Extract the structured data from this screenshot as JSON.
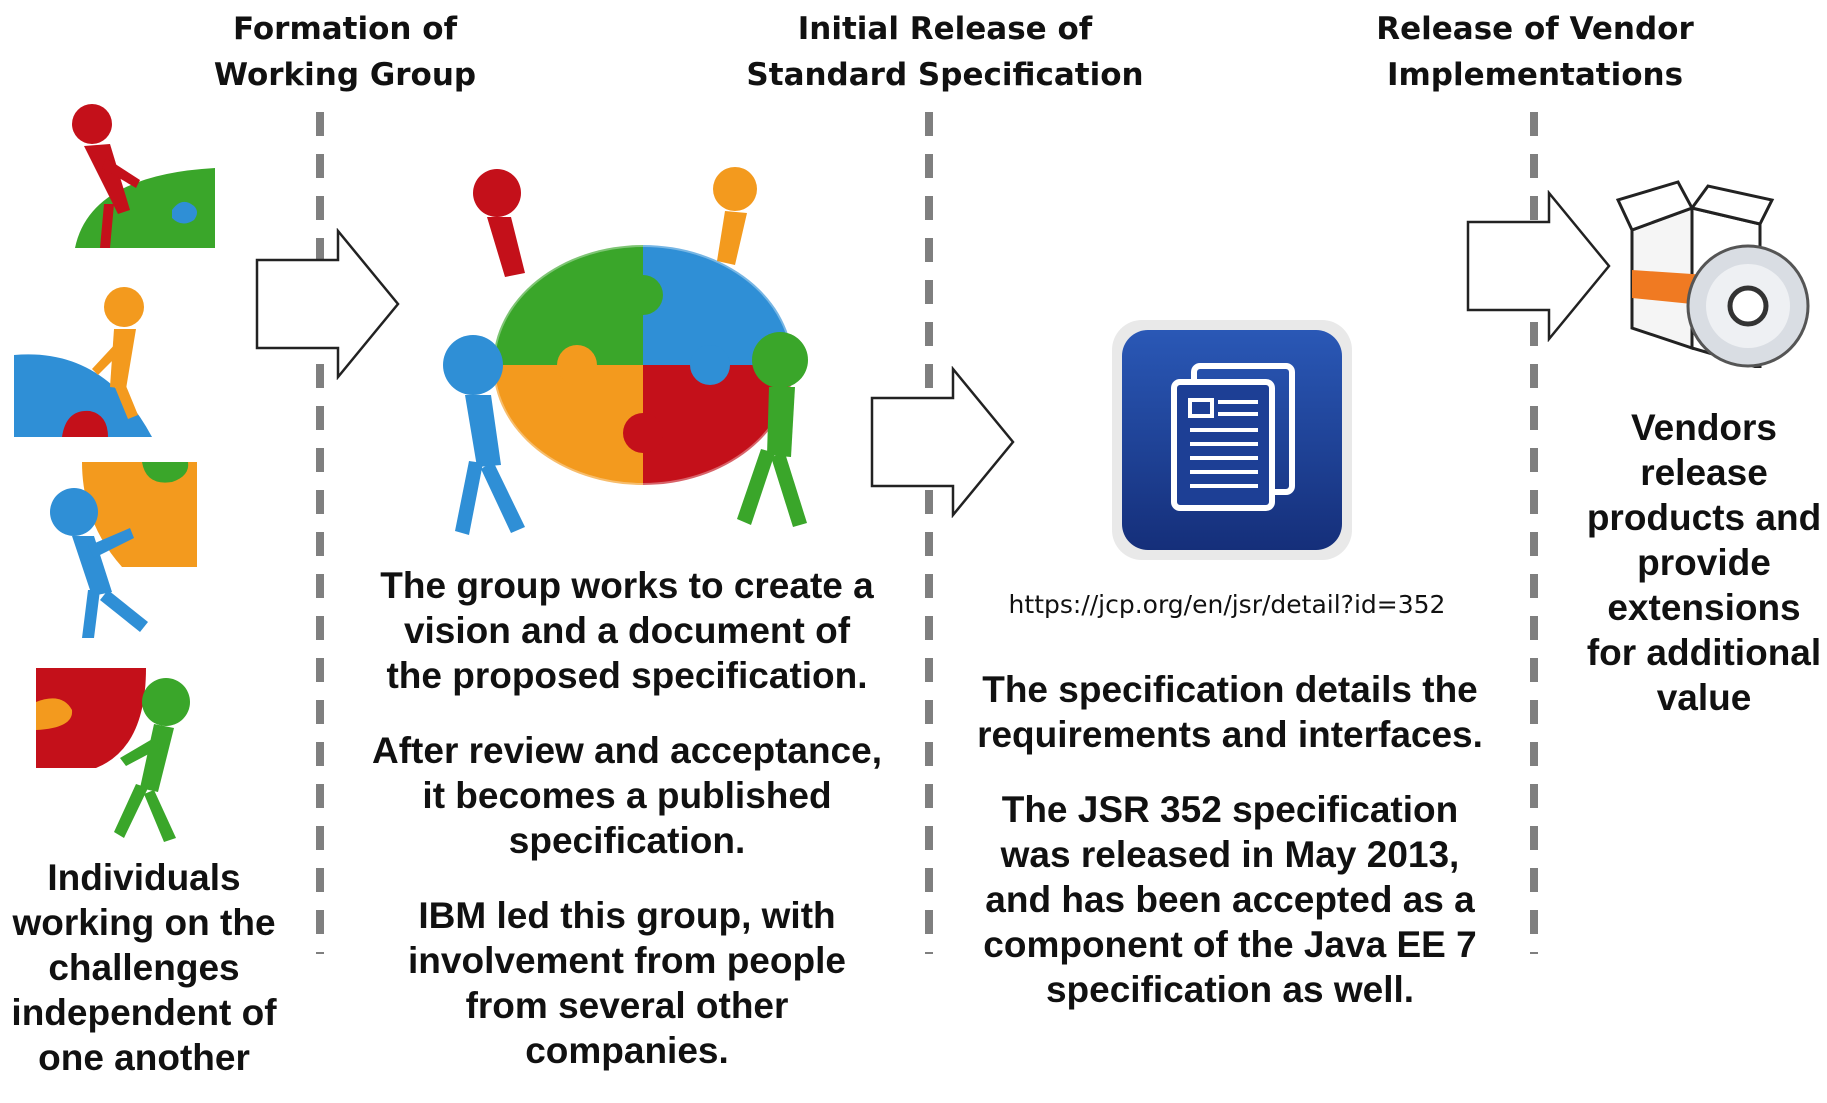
{
  "stages": [
    {
      "heading": "Formation of\nWorking Group"
    },
    {
      "heading": "Initial Release of\nStandard Specification"
    },
    {
      "heading": "Release of Vendor\nImplementations"
    }
  ],
  "individuals_text": "Individuals working on the challenges independent of one another",
  "group_text": [
    "The group works to create a vision and a document of the proposed specification.",
    "After review and acceptance, it becomes a published specification.",
    "IBM led this group, with involvement from people from several other companies."
  ],
  "spec_url": "https://jcp.org/en/jsr/detail?id=352",
  "spec_text": [
    "The specification details the requirements and interfaces.",
    "The JSR 352 specification was released in May 2013, and has been accepted as a component of the Java EE 7 specification as well."
  ],
  "vendor_text": "Vendors release products and provide extensions for additional value",
  "icons": {
    "individual_figures": [
      "red-figure-puzzle-icon",
      "orange-figure-puzzle-icon",
      "blue-figure-puzzle-icon",
      "green-figure-puzzle-icon"
    ],
    "group_puzzle": "team-puzzle-icon",
    "document": "document-icon",
    "product_box": "software-box-cd-icon"
  },
  "colors": {
    "red": "#c4101a",
    "green": "#3aa62a",
    "blue": "#2f8fd6",
    "orange": "#f39a1e",
    "divider": "#7f7f7f",
    "doc_bg": "#1d3f95"
  }
}
